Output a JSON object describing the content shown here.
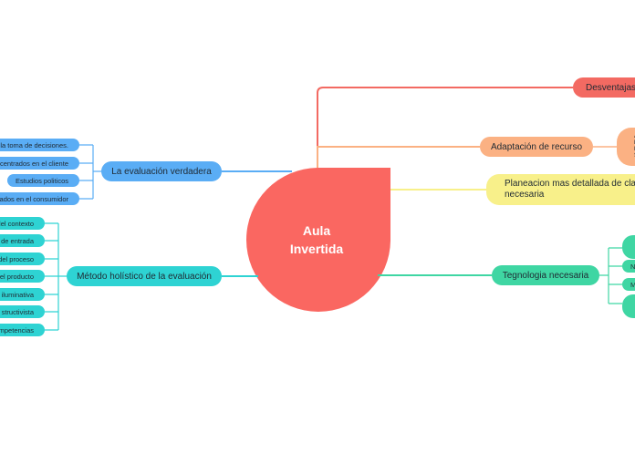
{
  "central": {
    "title": "Aula\nInvertida",
    "color": "#fa6761"
  },
  "branches": {
    "desventajas": {
      "label": "Desventajas",
      "color": "#f36a62"
    },
    "adaptacion": {
      "label": "Adaptación de recurso",
      "color": "#fbb183"
    },
    "planeacion": {
      "label": "Planeacion mas detallada de clase\nnecesaria",
      "color": "#f8f08a"
    },
    "tecnologia": {
      "label": "Tegnologia necesaria",
      "color": "#3fd6a3"
    },
    "evaluacion_verdadera": {
      "label": "La evaluación verdadera",
      "color": "#5aadf5",
      "children": [
        "la toma de decisiones.",
        "centrados en el cliente",
        "Estudios politicos",
        "sados en el consumidor"
      ]
    },
    "metodo_holistico": {
      "label": "Método holístico de la evaluación",
      "color": "#2ed3d3",
      "children": [
        "del contexto",
        "de entrada",
        "del proceso",
        "el producto",
        "iluminativa",
        "structivista",
        "mpetencias"
      ]
    }
  },
  "right_edge": {
    "orange_letters": [
      "A",
      "E",
      "E",
      "S"
    ],
    "green_small_letters": [
      "N",
      "M"
    ]
  }
}
